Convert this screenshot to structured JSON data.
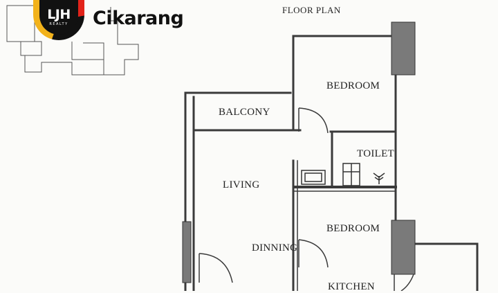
{
  "title": "FLOOR PLAN",
  "brand": {
    "logo_letters": "LJH",
    "logo_subtext": "REALTY",
    "city": "Cikarang",
    "colors": {
      "yellow": "#f2b21b",
      "red": "#e2231a",
      "black": "#111111"
    }
  },
  "rooms": {
    "bedroom_1": "BEDROOM",
    "balcony": "BALCONY",
    "toilet": "TOILET",
    "living": "LIVING",
    "bedroom_2": "BEDROOM",
    "dinning": "DINNING",
    "kitchen": "KITCHEN"
  },
  "fixtures": [
    "bathtub-icon",
    "toilet-fixture-icon",
    "plant-icon"
  ],
  "colors": {
    "wall": "#3a3a3a",
    "column": "#7a7a7a",
    "background": "#fbfbf9"
  }
}
